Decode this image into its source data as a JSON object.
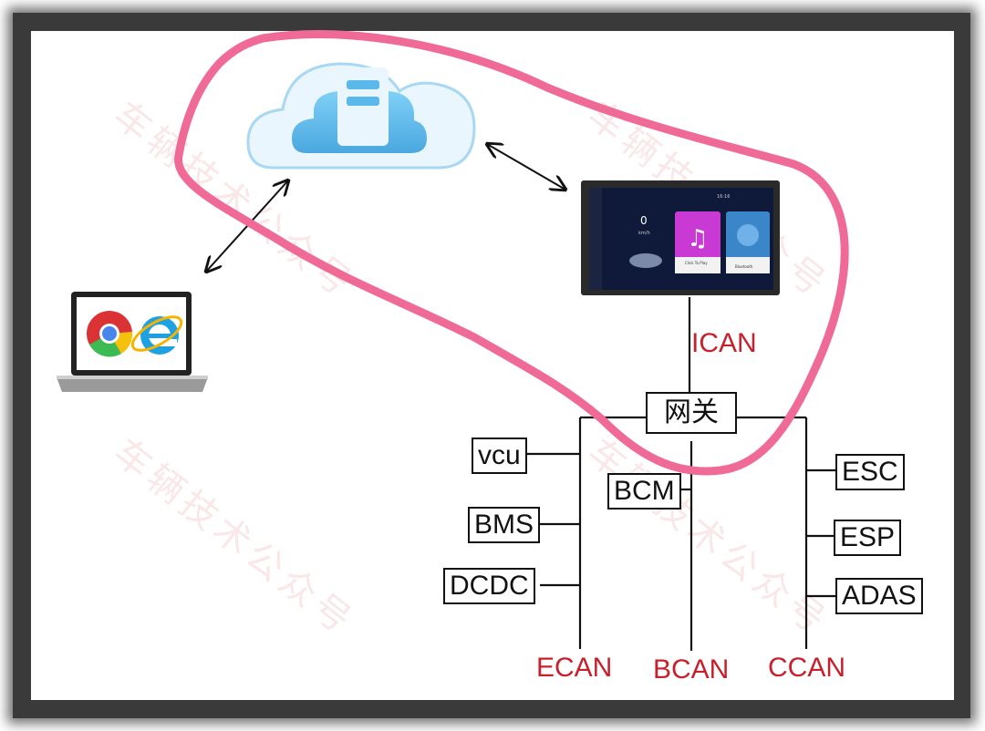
{
  "watermark": "车辆技术公众号",
  "gateway": "网关",
  "buses": {
    "icat": "ICAN",
    "ecan": "ECAN",
    "bcan": "BCAN",
    "ccan": "CCAN"
  },
  "ecan_nodes": [
    "vcu",
    "BMS",
    "DCDC"
  ],
  "bcan_nodes": [
    "BCM"
  ],
  "ccan_nodes": [
    "ESC",
    "ESP",
    "ADAS"
  ],
  "head_unit": {
    "clock": "16:16",
    "speed": "0",
    "speed_unit": "km/h",
    "music_label": "Click To Play",
    "bluetooth_label": "Bluetooth"
  },
  "icons": {
    "cloud": "cloud-server-icon",
    "laptop": "laptop-browser-icon",
    "head_unit": "car-head-unit-icon"
  },
  "colors": {
    "highlight_loop": "#f06a98",
    "bus_label": "#c8202a",
    "cloud_fill": "#5bb8ea"
  }
}
